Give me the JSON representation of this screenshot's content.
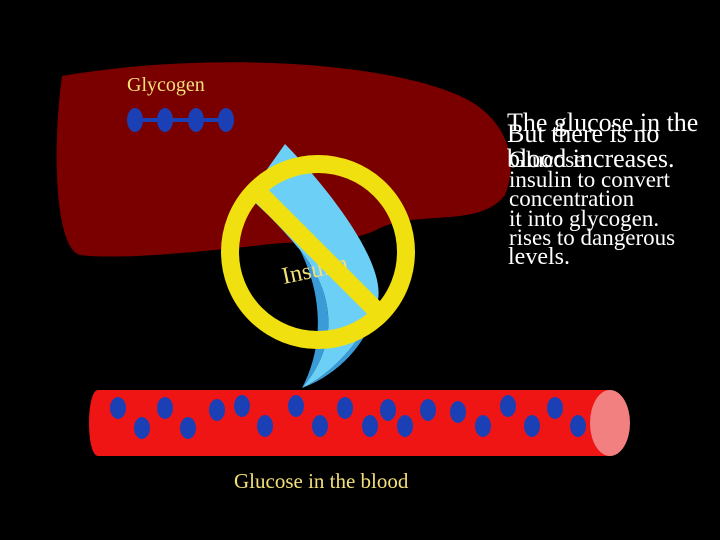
{
  "labels": {
    "glycogen": "Glycogen",
    "insulin": "Insulin",
    "glucose_in_blood": "Glucose in the blood"
  },
  "text": {
    "line1": "The glucose in the",
    "line2": "But there is no",
    "line3": "blood increases.",
    "line4": "Glucose",
    "line5": "insulin to convert",
    "line6": "concentration",
    "line7": "it into glycogen.",
    "line8": "rises to dangerous",
    "line9": "levels."
  },
  "colors": {
    "liver": "#7a0000",
    "vessel": "#f01515",
    "vessel_end": "#f28080",
    "molecule": "#1b3fb5",
    "arrow_light": "#6ccff6",
    "arrow_dark": "#3b9bd6",
    "no_symbol": "#f0e010",
    "label": "#f2e07a"
  },
  "icons": {
    "prohibition": "no-symbol-icon",
    "glucose": "glucose-molecule-icon"
  }
}
